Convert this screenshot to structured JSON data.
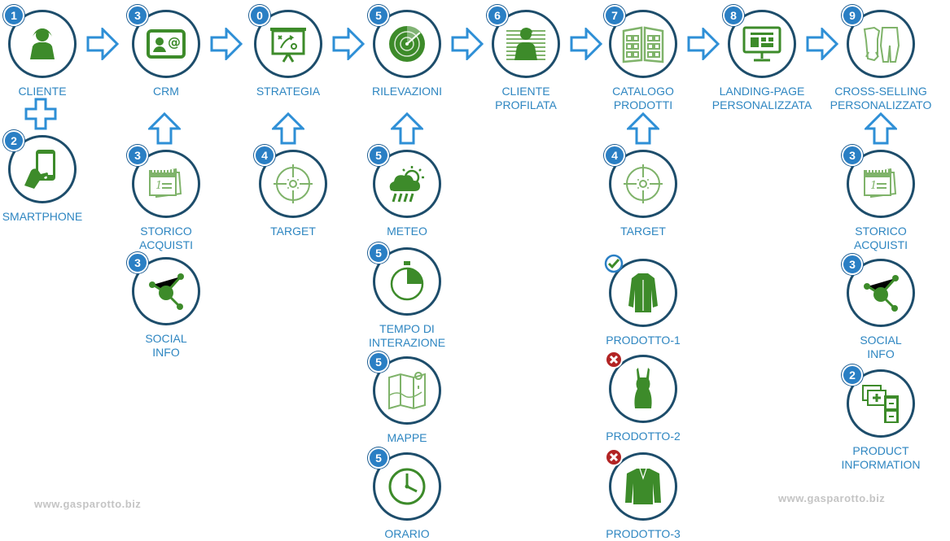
{
  "colors": {
    "accent_green": "#3d8b2a",
    "ring": "#1d4d6b",
    "badge_blue": "#2a7fc4",
    "label_blue": "#2e86c1",
    "arrow_blue": "#2e8fd6"
  },
  "main_flow": [
    {
      "id": "cliente",
      "badge": "1",
      "icon": "person-icon",
      "label": [
        "CLIENTE"
      ]
    },
    {
      "id": "crm",
      "badge": "3",
      "icon": "contact-card-icon",
      "label": [
        "CRM"
      ]
    },
    {
      "id": "strategia",
      "badge": "0",
      "icon": "strategy-board-icon",
      "label": [
        "STRATEGIA"
      ]
    },
    {
      "id": "rilevazioni",
      "badge": "5",
      "icon": "radar-icon",
      "label": [
        "RILEVAZIONI"
      ]
    },
    {
      "id": "cliente-profilata",
      "badge": "6",
      "icon": "profiled-person-icon",
      "label": [
        "CLIENTE",
        "PROFILATA"
      ]
    },
    {
      "id": "catalogo-prodotti",
      "badge": "7",
      "icon": "catalog-icon",
      "label": [
        "CATALOGO",
        "PRODOTTI"
      ]
    },
    {
      "id": "landing-page",
      "badge": "8",
      "icon": "monitor-icon",
      "label": [
        "LANDING-PAGE",
        "PERSONALIZZATA"
      ]
    },
    {
      "id": "cross-selling",
      "badge": "9",
      "icon": "clothing-icon",
      "label": [
        "CROSS-SELLING",
        "PERSONALIZZATO"
      ]
    }
  ],
  "inputs": {
    "smartphone": {
      "badge": "2",
      "icon": "smartphone-icon",
      "label": [
        "SMARTPHONE"
      ]
    },
    "crm": [
      {
        "badge": "3",
        "icon": "calendar-icon",
        "label": [
          "STORICO",
          "ACQUISTI"
        ]
      },
      {
        "badge": "3",
        "icon": "share-icon",
        "label": [
          "SOCIAL",
          "INFO"
        ]
      }
    ],
    "strategia": [
      {
        "badge": "4",
        "icon": "target-icon",
        "label": [
          "TARGET"
        ]
      }
    ],
    "rilevazioni": [
      {
        "badge": "5",
        "icon": "weather-icon",
        "label": [
          "METEO"
        ]
      },
      {
        "badge": "5",
        "icon": "stopwatch-icon",
        "label": [
          "TEMPO DI",
          "INTERAZIONE"
        ]
      },
      {
        "badge": "5",
        "icon": "map-icon",
        "label": [
          "MAPPE"
        ]
      },
      {
        "badge": "5",
        "icon": "clock-icon",
        "label": [
          "ORARIO"
        ]
      }
    ],
    "catalogo": [
      {
        "badge": "4",
        "icon": "target-icon",
        "label": [
          "TARGET"
        ]
      },
      {
        "mark": "check",
        "icon": "coat-icon",
        "label": [
          "PRODOTTO-1"
        ]
      },
      {
        "mark": "cross",
        "icon": "dress-icon",
        "label": [
          "PRODOTTO-2"
        ]
      },
      {
        "mark": "cross",
        "icon": "jacket-icon",
        "label": [
          "PRODOTTO-3"
        ]
      }
    ],
    "cross_selling": [
      {
        "badge": "3",
        "icon": "calendar-icon",
        "label": [
          "STORICO",
          "ACQUISTI"
        ]
      },
      {
        "badge": "3",
        "icon": "share-icon",
        "label": [
          "SOCIAL",
          "INFO"
        ]
      },
      {
        "badge": "2",
        "icon": "product-info-icon",
        "label": [
          "PRODUCT",
          "INFORMATION"
        ]
      }
    ]
  },
  "watermark": "www.gasparotto.biz"
}
